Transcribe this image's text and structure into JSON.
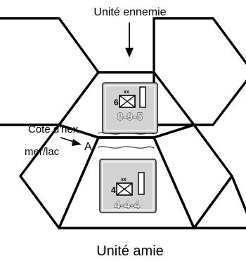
{
  "labels": {
    "enemy_unit": "Unité ennemie",
    "friendly_unit": "Unité amie",
    "hexside_line1": "Coté d'hex",
    "hexside_line2": "mer/lac",
    "hexside_marker": "A"
  },
  "counters": {
    "enemy": {
      "size": "6",
      "size_symbol": "xx",
      "stats": "8-9-5",
      "unit_type": "infantry-icon"
    },
    "friendly": {
      "size": "4",
      "size_symbol": "xx",
      "stats": "4-4-4",
      "unit_type": "infantry-icon"
    }
  },
  "colors": {
    "counter_fill": "#d2d2d2",
    "hex_outline": "#000000"
  }
}
